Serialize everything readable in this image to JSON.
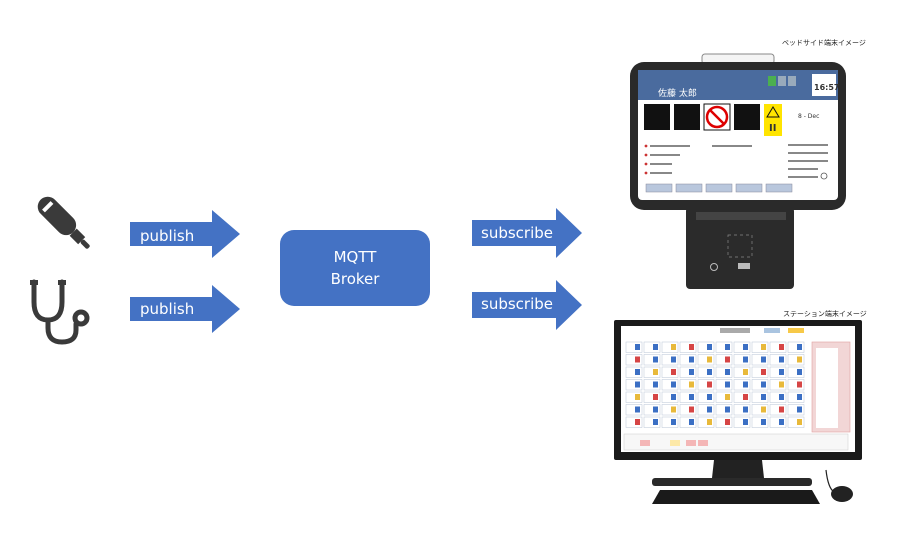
{
  "left_icons": [
    {
      "icon": "thermometer-icon"
    },
    {
      "icon": "stethoscope-icon"
    }
  ],
  "arrows": {
    "publish_top": "publish",
    "publish_bottom": "publish",
    "subscribe_top": "subscribe",
    "subscribe_bottom": "subscribe"
  },
  "broker": {
    "line1": "MQTT",
    "line2": "Broker"
  },
  "bedside_terminal": {
    "caption": "ベッドサイド端末イメージ",
    "patient_name": "佐藤 太郎",
    "clock": "16:57",
    "date_text": "8 - Dec",
    "category": "II"
  },
  "station_terminal": {
    "caption": "ステーション端末イメージ"
  },
  "colors": {
    "arrow_fill": "#4472c4",
    "broker_fill": "#4472c4",
    "icon_color": "#3a3a3a"
  }
}
